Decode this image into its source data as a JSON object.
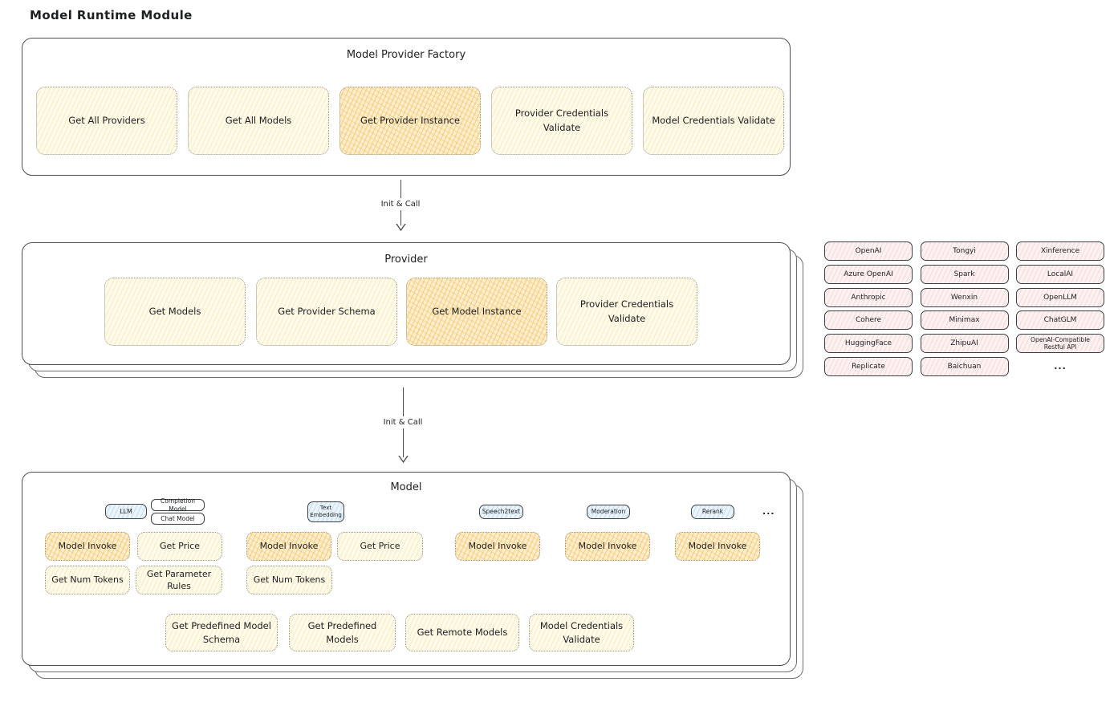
{
  "page_title": "Model Runtime Module",
  "colors": {
    "yellow_fill": "#fdf8e1",
    "orange_fill": "#fbe3ad",
    "pink_fill": "#fdeeee",
    "blue_fill": "#e8f2fb",
    "border_dark": "#43464a"
  },
  "factory": {
    "title": "Model Provider Factory",
    "buttons": [
      {
        "label": "Get All Providers"
      },
      {
        "label": "Get All Models"
      },
      {
        "label": "Get Provider Instance"
      },
      {
        "label": "Provider Credentials Validate"
      },
      {
        "label": "Model Credentials Validate"
      }
    ]
  },
  "arrow1": {
    "label": "Init & Call"
  },
  "arrow2": {
    "label": "Init & Call"
  },
  "provider": {
    "title": "Provider",
    "buttons": [
      {
        "label": "Get Models"
      },
      {
        "label": "Get Provider Schema"
      },
      {
        "label": "Get Model Instance"
      },
      {
        "label": "Provider Credentials Validate"
      }
    ]
  },
  "providers_grid": {
    "col1": [
      "OpenAI",
      "Azure OpenAI",
      "Anthropic",
      "Cohere",
      "HuggingFace",
      "Replicate"
    ],
    "col2": [
      "Tongyi",
      "Spark",
      "Wenxin",
      "Minimax",
      "ZhipuAI",
      "Baichuan"
    ],
    "col3": [
      "Xinference",
      "LocalAI",
      "OpenLLM",
      "ChatGLM",
      "OpenAI-Compatible Restful API"
    ],
    "ellipsis": "..."
  },
  "model": {
    "title": "Model",
    "tags": {
      "llm": "LLM",
      "completion": "Completion Model",
      "chat": "Chat Model",
      "text_embedding": "Text Embedding",
      "speech2text": "Speech2text",
      "moderation": "Moderation",
      "rerank": "Rerank",
      "ellipsis": "..."
    },
    "row1": [
      "Model Invoke",
      "Get Price",
      "Model Invoke",
      "Get Price",
      "Model Invoke",
      "Model Invoke",
      "Model Invoke"
    ],
    "row2": [
      "Get Num Tokens",
      "Get Parameter Rules",
      "Get Num Tokens"
    ],
    "row3": [
      "Get Predefined Model Schema",
      "Get Predefined Models",
      "Get Remote Models",
      "Model Credentials Validate"
    ]
  }
}
